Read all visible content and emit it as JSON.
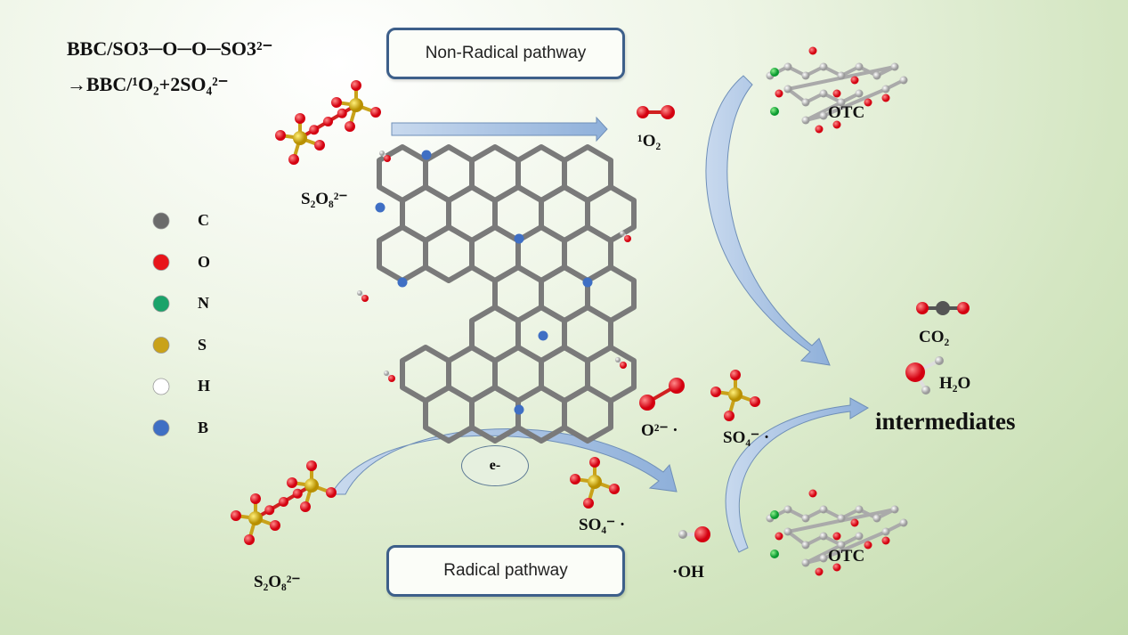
{
  "equation": {
    "line1": "BBC/SO3─O─O─SO3²⁻",
    "line2": "→BBC/¹O₂+2SO₄²⁻"
  },
  "pathways": {
    "non_radical": "Non-Radical pathway",
    "radical": "Radical pathway"
  },
  "electron_label": "e-",
  "species": {
    "persulfate_top": "S₂O₈²⁻",
    "persulfate_bottom": "S₂O₈²⁻",
    "singlet_oxygen": "¹O₂",
    "superoxide": "O²⁻ ·",
    "sulfate_radical_right": "SO₄⁻ ·",
    "sulfate_radical_bottom": "SO₄⁻ ·",
    "hydroxyl": "·OH",
    "otc_top": "OTC",
    "otc_bottom": "OTC",
    "co2": "CO₂",
    "h2o": "H₂O",
    "intermediates": "intermediates"
  },
  "legend": [
    {
      "label": "C",
      "color": "#6b6b6b"
    },
    {
      "label": "O",
      "color": "#e8141a"
    },
    {
      "label": "N",
      "color": "#1aa36a"
    },
    {
      "label": "S",
      "color": "#c9a21a"
    },
    {
      "label": "H",
      "color": "#ffffff"
    },
    {
      "label": "B",
      "color": "#3f6fc4"
    }
  ],
  "colors": {
    "arrow": "#a9c3e4",
    "arrow_edge": "#6f8fb8",
    "lattice": "#7a7a7a",
    "box_border": "#3d5f8a"
  }
}
